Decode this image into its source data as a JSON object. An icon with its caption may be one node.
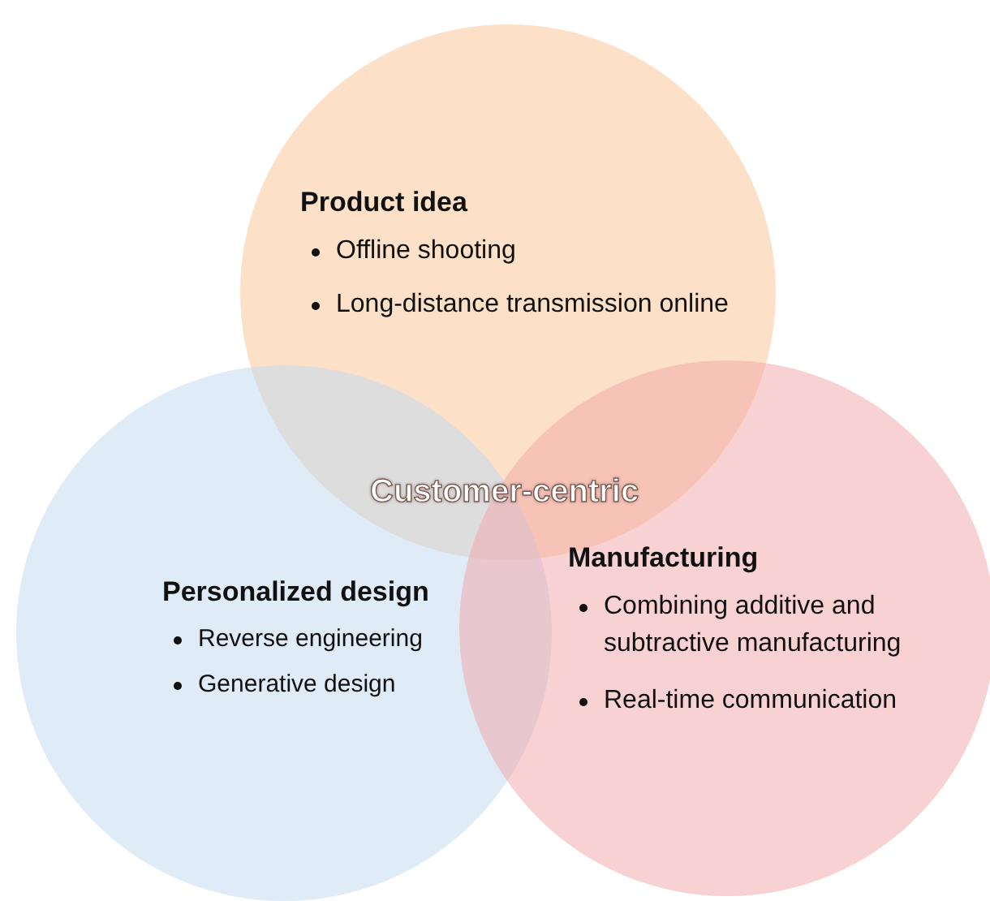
{
  "diagram": {
    "nodes": [
      {
        "text": [
          "Product idea",
          "Offline shooting",
          "Long-distance transmission online"
        ]
      },
      {
        "text": [
          "Personalized design",
          "Reverse engineering",
          "Generative design"
        ]
      },
      {
        "text": [
          "Manufacturing",
          "Combining additive and subtractive manufacturing",
          "Real-time communication"
        ]
      }
    ],
    "labels": [
      "Customer-centric"
    ]
  }
}
